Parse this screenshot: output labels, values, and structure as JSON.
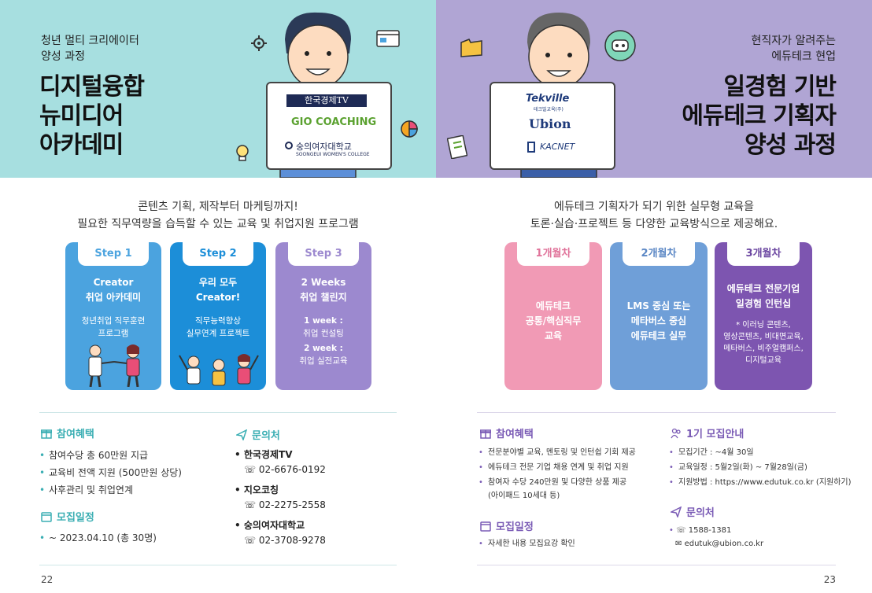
{
  "left": {
    "banner": {
      "subtitle_line1": "청년 멀티 크리에이터",
      "subtitle_line2": "양성 과정",
      "title_line1": "디지털융합",
      "title_line2": "뉴미디어",
      "title_line3": "아카데미",
      "sign_logos": [
        "한국경제TV",
        "GIO COACHING",
        "숭의여자대학교"
      ],
      "sign_logo_sub": "SOONGEUI WOMEN'S COLLEGE"
    },
    "intro_line1": "콘텐츠 기획, 제작부터 마케팅까지!",
    "intro_line2": "필요한 직무역량을 습득할 수 있는 교육 및 취업지원 프로그램",
    "steps": [
      {
        "tab": "Step 1",
        "title1": "Creator",
        "title2": "취업 아카데미",
        "text1": "청년취업 직무훈련",
        "text2": "프로그램",
        "color": "#4ba3df"
      },
      {
        "tab": "Step 2",
        "title1": "우리 모두",
        "title2": "Creator!",
        "text1": "직무능력향상",
        "text2": "실무연계 프로젝트",
        "color": "#1c8ed8"
      },
      {
        "tab": "Step 3",
        "title1": "2 Weeks",
        "title2": "취업 챌린지",
        "text1": "1 week :",
        "text2": "취업 컨설팅",
        "text3": "2 week :",
        "text4": "취업 실전교육",
        "color": "#9c89cf"
      }
    ],
    "benefits": {
      "heading": "참여혜택",
      "items": [
        "참여수당 총 60만원 지급",
        "교육비 전액 지원 (500만원 상당)",
        "사후관리 및 취업연계"
      ]
    },
    "schedule": {
      "heading": "모집일정",
      "items": [
        "~ 2023.04.10 (총 30명)"
      ]
    },
    "contact": {
      "heading": "문의처",
      "entries": [
        {
          "name": "한국경제TV",
          "phone": "02-6676-0192"
        },
        {
          "name": "지오코칭",
          "phone": "02-2275-2558"
        },
        {
          "name": "숭의여자대학교",
          "phone": "02-3708-9278"
        }
      ]
    },
    "page_number": "22"
  },
  "right": {
    "banner": {
      "subtitle_line1": "현직자가 알려주는",
      "subtitle_line2": "에듀테크 현업",
      "title_line1": "일경험 기반",
      "title_line2": "에듀테크 기획자",
      "title_line3": "양성 과정",
      "sign_logos": [
        "Tekville",
        "Ubion",
        "KACNET"
      ],
      "sign_logo_sub": "테크빌교육(주)"
    },
    "intro_line1": "에듀테크 기획자가 되기 위한 실무형 교육을",
    "intro_line2": "토론·실습·프로젝트 등 다양한 교육방식으로 제공해요.",
    "months": [
      {
        "tab": "1개월차",
        "lines": [
          "에듀테크",
          "공통/핵심직무",
          "교육"
        ],
        "color": "#f19ab5",
        "tabcolor": "#e0739a"
      },
      {
        "tab": "2개월차",
        "lines": [
          "LMS 중심 또는",
          "메타버스 중심",
          "에듀테크 실무"
        ],
        "color": "#6f9fd8",
        "tabcolor": "#5b87c5"
      },
      {
        "tab": "3개월차",
        "lines": [
          "에듀테크 전문기업",
          "일경험 인턴십"
        ],
        "note": [
          "* 이러닝 콘텐츠,",
          "영상콘텐츠, 비대면교육,",
          "메타버스, 비주얼캠퍼스,",
          "디지털교육"
        ],
        "color": "#7d55b0",
        "tabcolor": "#6a45a0"
      }
    ],
    "benefits": {
      "heading": "참여혜택",
      "items": [
        "전문분야별 교육, 멘토링 및 인턴쉽 기회 제공",
        "에듀테크 전문 기업 채용 연계 및 취업 지원",
        "참여자 수당 240만원 및 다양한 상품 제공",
        "(아이패드 10세대 등)"
      ]
    },
    "schedule": {
      "heading": "모집일정",
      "items": [
        "자세한 내용 모집요강 확인"
      ]
    },
    "recruit": {
      "heading": "1기 모집안내",
      "items": [
        "모집기간 : ~4월 30일",
        "교육일정 : 5월2일(화) ~ 7월28일(금)",
        "지원방법 : https://www.edutuk.co.kr (지원하기)"
      ]
    },
    "contact": {
      "heading": "문의처",
      "phone": "1588-1381",
      "email": "edutuk@ubion.co.kr"
    },
    "page_number": "23"
  }
}
